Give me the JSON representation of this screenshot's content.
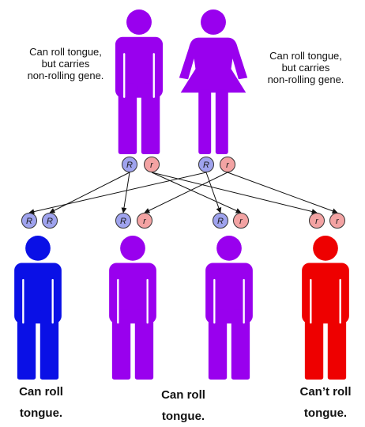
{
  "parents": [
    {
      "sex": "male",
      "color": "#9900ee",
      "alleles": [
        "R",
        "r"
      ],
      "note": [
        "Can roll tongue,",
        "but carries",
        "non-rolling gene."
      ]
    },
    {
      "sex": "female",
      "color": "#9900ee",
      "alleles": [
        "R",
        "r"
      ],
      "note": [
        "Can roll tongue,",
        "but carries",
        "non-rolling gene."
      ]
    }
  ],
  "children": [
    {
      "color": "#0a10e6",
      "alleles": [
        "R",
        "R"
      ],
      "caption": [
        "Can roll",
        "tongue."
      ]
    },
    {
      "color": "#9900ee",
      "alleles": [
        "R",
        "r"
      ],
      "caption": [
        "Can roll",
        "tongue."
      ]
    },
    {
      "color": "#9900ee",
      "alleles": [
        "R",
        "r"
      ],
      "caption": []
    },
    {
      "color": "#ee0000",
      "alleles": [
        "r",
        "r"
      ],
      "caption": [
        "Can’t roll",
        "tongue."
      ]
    }
  ],
  "allele_colors": {
    "R": "#9fa3ee",
    "r": "#f3a3a3"
  }
}
